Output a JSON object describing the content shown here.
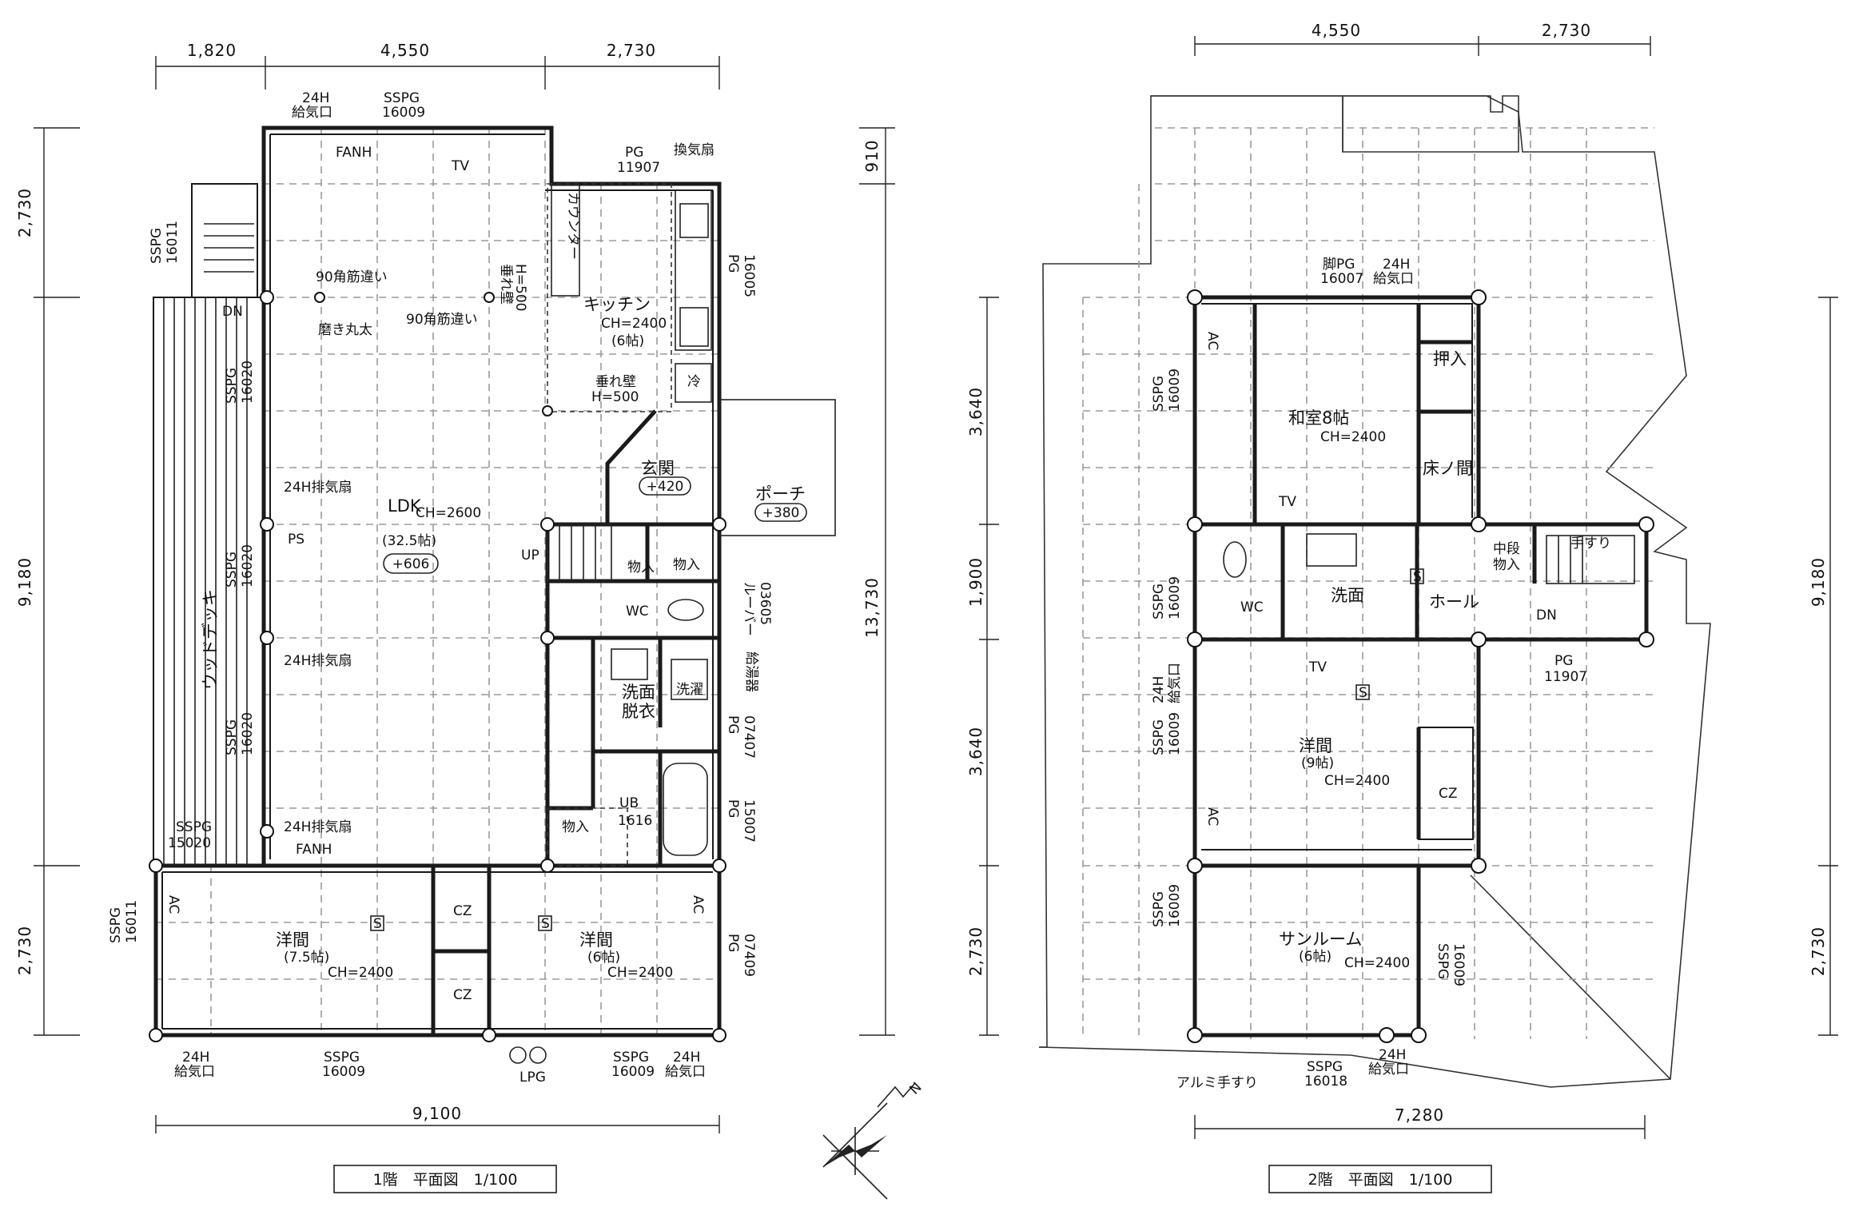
{
  "floor1": {
    "title": "1階　平面図　1/100",
    "dims_top": [
      "1,820",
      "4,550",
      "2,730"
    ],
    "dims_left": [
      "2,730",
      "9,180",
      "2,730"
    ],
    "dim_right_small": "910",
    "dim_right": "13,730",
    "dim_bottom": "9,100",
    "rooms": {
      "ldk": "LDK",
      "ldk_ch": "CH=2600",
      "ldk_size": "(32.5帖)",
      "ldk_level": "+606",
      "kitchen": "キッチン",
      "kitchen_ch": "CH=2400",
      "kitchen_size": "(6帖)",
      "counter": "カウンター",
      "entrance": "玄関",
      "entrance_level": "+420",
      "porch": "ポーチ",
      "porch_level": "+380",
      "storage1": "物入",
      "storage2": "物入",
      "storage3": "物入",
      "wc": "WC",
      "washroom": "洗面",
      "dressing": "脱衣",
      "laundry": "洗濯",
      "ub": "UB",
      "ub_size": "1616",
      "western1": "洋間",
      "western1_size": "(7.5帖)",
      "western1_ch": "CH=2400",
      "western2": "洋間",
      "western2_size": "(6帖)",
      "western2_ch": "CH=2400",
      "cz1": "CZ",
      "cz2": "CZ",
      "deck": "ウッドデッキ",
      "fridge": "冷"
    },
    "labels": {
      "intake1_a": "24H",
      "intake1_b": "給気口",
      "sspg_top_a": "SSPG",
      "sspg_top_b": "16009",
      "fanh1": "FANH",
      "tv1": "TV",
      "pg_kit_a": "PG",
      "pg_kit_b": "11907",
      "vent_fan": "換気扇",
      "pg_side_a": "PG",
      "pg_side_b": "16005",
      "sspg_16011_a": "SSPG",
      "sspg_16011_b": "16011",
      "brace1": "90角筋違い",
      "brace2": "90角筋違い",
      "polished_log": "磨き丸太",
      "hanging_wall1_a": "垂れ壁",
      "hanging_wall1_b": "H=500",
      "hanging_wall2_a": "垂れ壁",
      "hanging_wall2_b": "H=500",
      "dn1": "DN",
      "sspg_16020a_a": "SSPG",
      "sspg_16020a_b": "16020",
      "exhaust1": "24H排気扇",
      "ps": "PS",
      "sspg_16020b_a": "SSPG",
      "sspg_16020b_b": "16020",
      "up1": "UP",
      "louver_a": "ルーバー",
      "louver_b": "03605",
      "exhaust2": "24H排気扇",
      "water_heater": "給湯器",
      "sspg_16020c_a": "SSPG",
      "sspg_16020c_b": "16020",
      "pg_07407_a": "PG",
      "pg_07407_b": "07407",
      "pg_15007_a": "PG",
      "pg_15007_b": "15007",
      "exhaust3": "24H排気扇",
      "sspg_15020_a": "SSPG",
      "sspg_15020_b": "15020",
      "fanh2": "FANH",
      "ac1": "AC",
      "ac2": "AC",
      "s1": "S",
      "s2": "S",
      "sspg_16011b_a": "SSPG",
      "sspg_16011b_b": "16011",
      "pg_07409_a": "PG",
      "pg_07409_b": "07409",
      "intake2_a": "24H",
      "intake2_b": "給気口",
      "sspg_bot_a": "SSPG",
      "sspg_bot_b": "16009",
      "lpg": "LPG",
      "sspg_bot2_a": "SSPG",
      "sspg_bot2_b": "16009",
      "intake3_a": "24H",
      "intake3_b": "給気口"
    }
  },
  "floor2": {
    "title": "2階　平面図　1/100",
    "dims_top": [
      "4,550",
      "2,730"
    ],
    "dims_left": [
      "3,640",
      "1,900",
      "3,640",
      "2,730"
    ],
    "dim_right": "9,180",
    "dim_right_small": "2,730",
    "dim_bottom": "7,280",
    "rooms": {
      "japanese": "和室8帖",
      "japanese_ch": "CH=2400",
      "oshiire": "押入",
      "tokonoma": "床ノ間",
      "wc": "WC",
      "washroom": "洗面",
      "hall": "ホール",
      "mid_storage_a": "中段",
      "mid_storage_b": "物入",
      "western": "洋間",
      "western_size": "(9帖)",
      "western_ch": "CH=2400",
      "cz": "CZ",
      "sunroom": "サンルーム",
      "sunroom_size": "(6帖)",
      "sunroom_ch": "CH=2400"
    },
    "labels": {
      "pg_16007_a": "脚PG",
      "pg_16007_b": "16007",
      "intake1_a": "24H",
      "intake1_b": "給気口",
      "ac1": "AC",
      "ac2": "AC",
      "sspg_l1_a": "SSPG",
      "sspg_l1_b": "16009",
      "tv1": "TV",
      "tv2": "TV",
      "handrail": "手すり",
      "dn": "DN",
      "sspg_l2_a": "SSPG",
      "sspg_l2_b": "16009",
      "pg_11907_a": "PG",
      "pg_11907_b": "11907",
      "intake2_a": "24H",
      "intake2_b": "給気口",
      "sspg_l3_a": "SSPG",
      "sspg_l3_b": "16009",
      "sspg_l4_a": "SSPG",
      "sspg_l4_b": "16009",
      "sspg_r_a": "SSPG",
      "sspg_r_b": "16009",
      "s1": "S",
      "s2": "S",
      "alu_handrail": "アルミ手すり",
      "sspg_bot_a": "SSPG",
      "sspg_bot_b": "16018",
      "intake3_a": "24H",
      "intake3_b": "給気口"
    }
  },
  "north": "N"
}
